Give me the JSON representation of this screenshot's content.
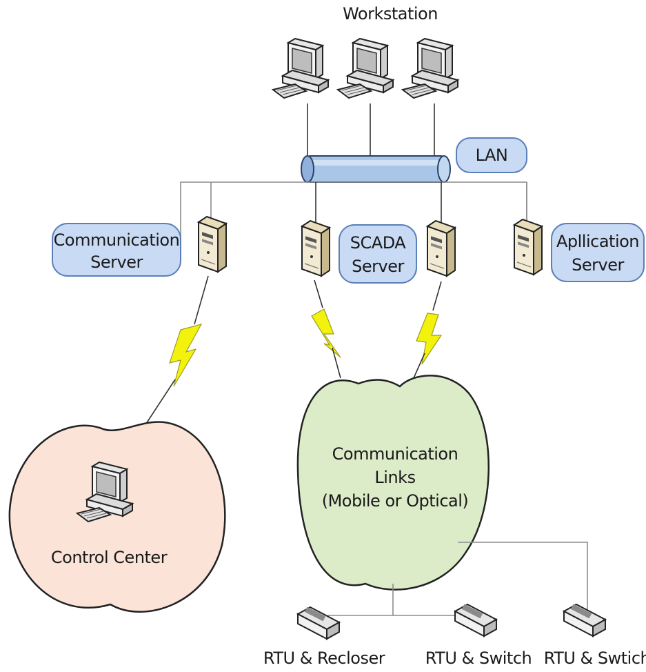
{
  "title": "Workstation",
  "lan": {
    "label": "LAN"
  },
  "servers": {
    "communication": {
      "line1": "Communication",
      "line2": "Server"
    },
    "scada": {
      "line1": "SCADA",
      "line2": "Server"
    },
    "application": {
      "line1": "Apllication",
      "line2": "Server"
    }
  },
  "control_center": {
    "label": "Control Center"
  },
  "comm_links": {
    "line1": "Communication",
    "line2": "Links",
    "line3": "(Mobile or Optical)"
  },
  "rtus": [
    {
      "label": "RTU & Recloser"
    },
    {
      "label": "RTU & Switch"
    },
    {
      "label": "RTU & Swtich"
    }
  ],
  "colors": {
    "tag_fill": "#c9daf4",
    "control_center_fill": "#fbe3d8",
    "comm_links_fill": "#dcebc8",
    "lightning": "#f2f20c"
  },
  "icons": [
    "workstation-icon",
    "server-icon",
    "lightning-icon",
    "rtu-device-icon",
    "lan-pipe-icon"
  ]
}
